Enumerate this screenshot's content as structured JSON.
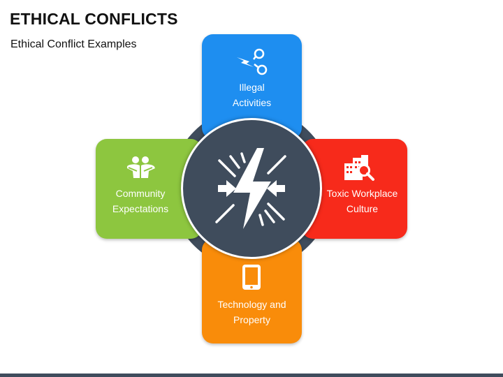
{
  "header": {
    "title": "ETHICAL CONFLICTS",
    "subtitle": "Ethical Conflict Examples"
  },
  "diagram": {
    "center_icon": "lightning-conflict-icon",
    "hub_color": "#3f4c5c",
    "items": [
      {
        "label": "Illegal\nActivities",
        "color": "#1e8ef0",
        "icon": "handcuffs-icon"
      },
      {
        "label": "Toxic Workplace\nCulture",
        "color": "#f72a1b",
        "icon": "building-search-icon"
      },
      {
        "label": "Technology and\nProperty",
        "color": "#f98c0a",
        "icon": "tablet-icon"
      },
      {
        "label": "Community\nExpectations",
        "color": "#8dc63f",
        "icon": "people-hugging-icon"
      }
    ]
  }
}
